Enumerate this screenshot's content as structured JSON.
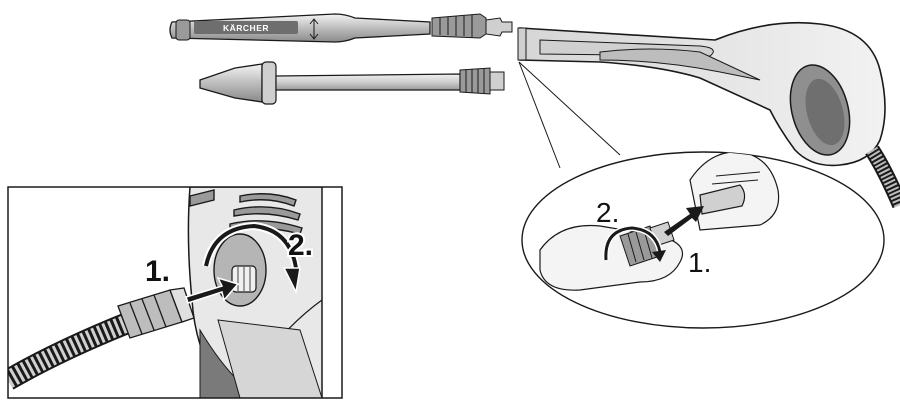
{
  "brand_text": "KÄRCHER",
  "left_inset": {
    "step1": "1.",
    "step2": "2."
  },
  "right_inset": {
    "step1": "1.",
    "step2": "2."
  },
  "colors": {
    "outline": "#1a1a1a",
    "light_grey": "#e2e2e2",
    "mid_grey": "#bdbdbd",
    "dark_grey": "#7a7a7a",
    "hand": "#f2f2f2"
  }
}
